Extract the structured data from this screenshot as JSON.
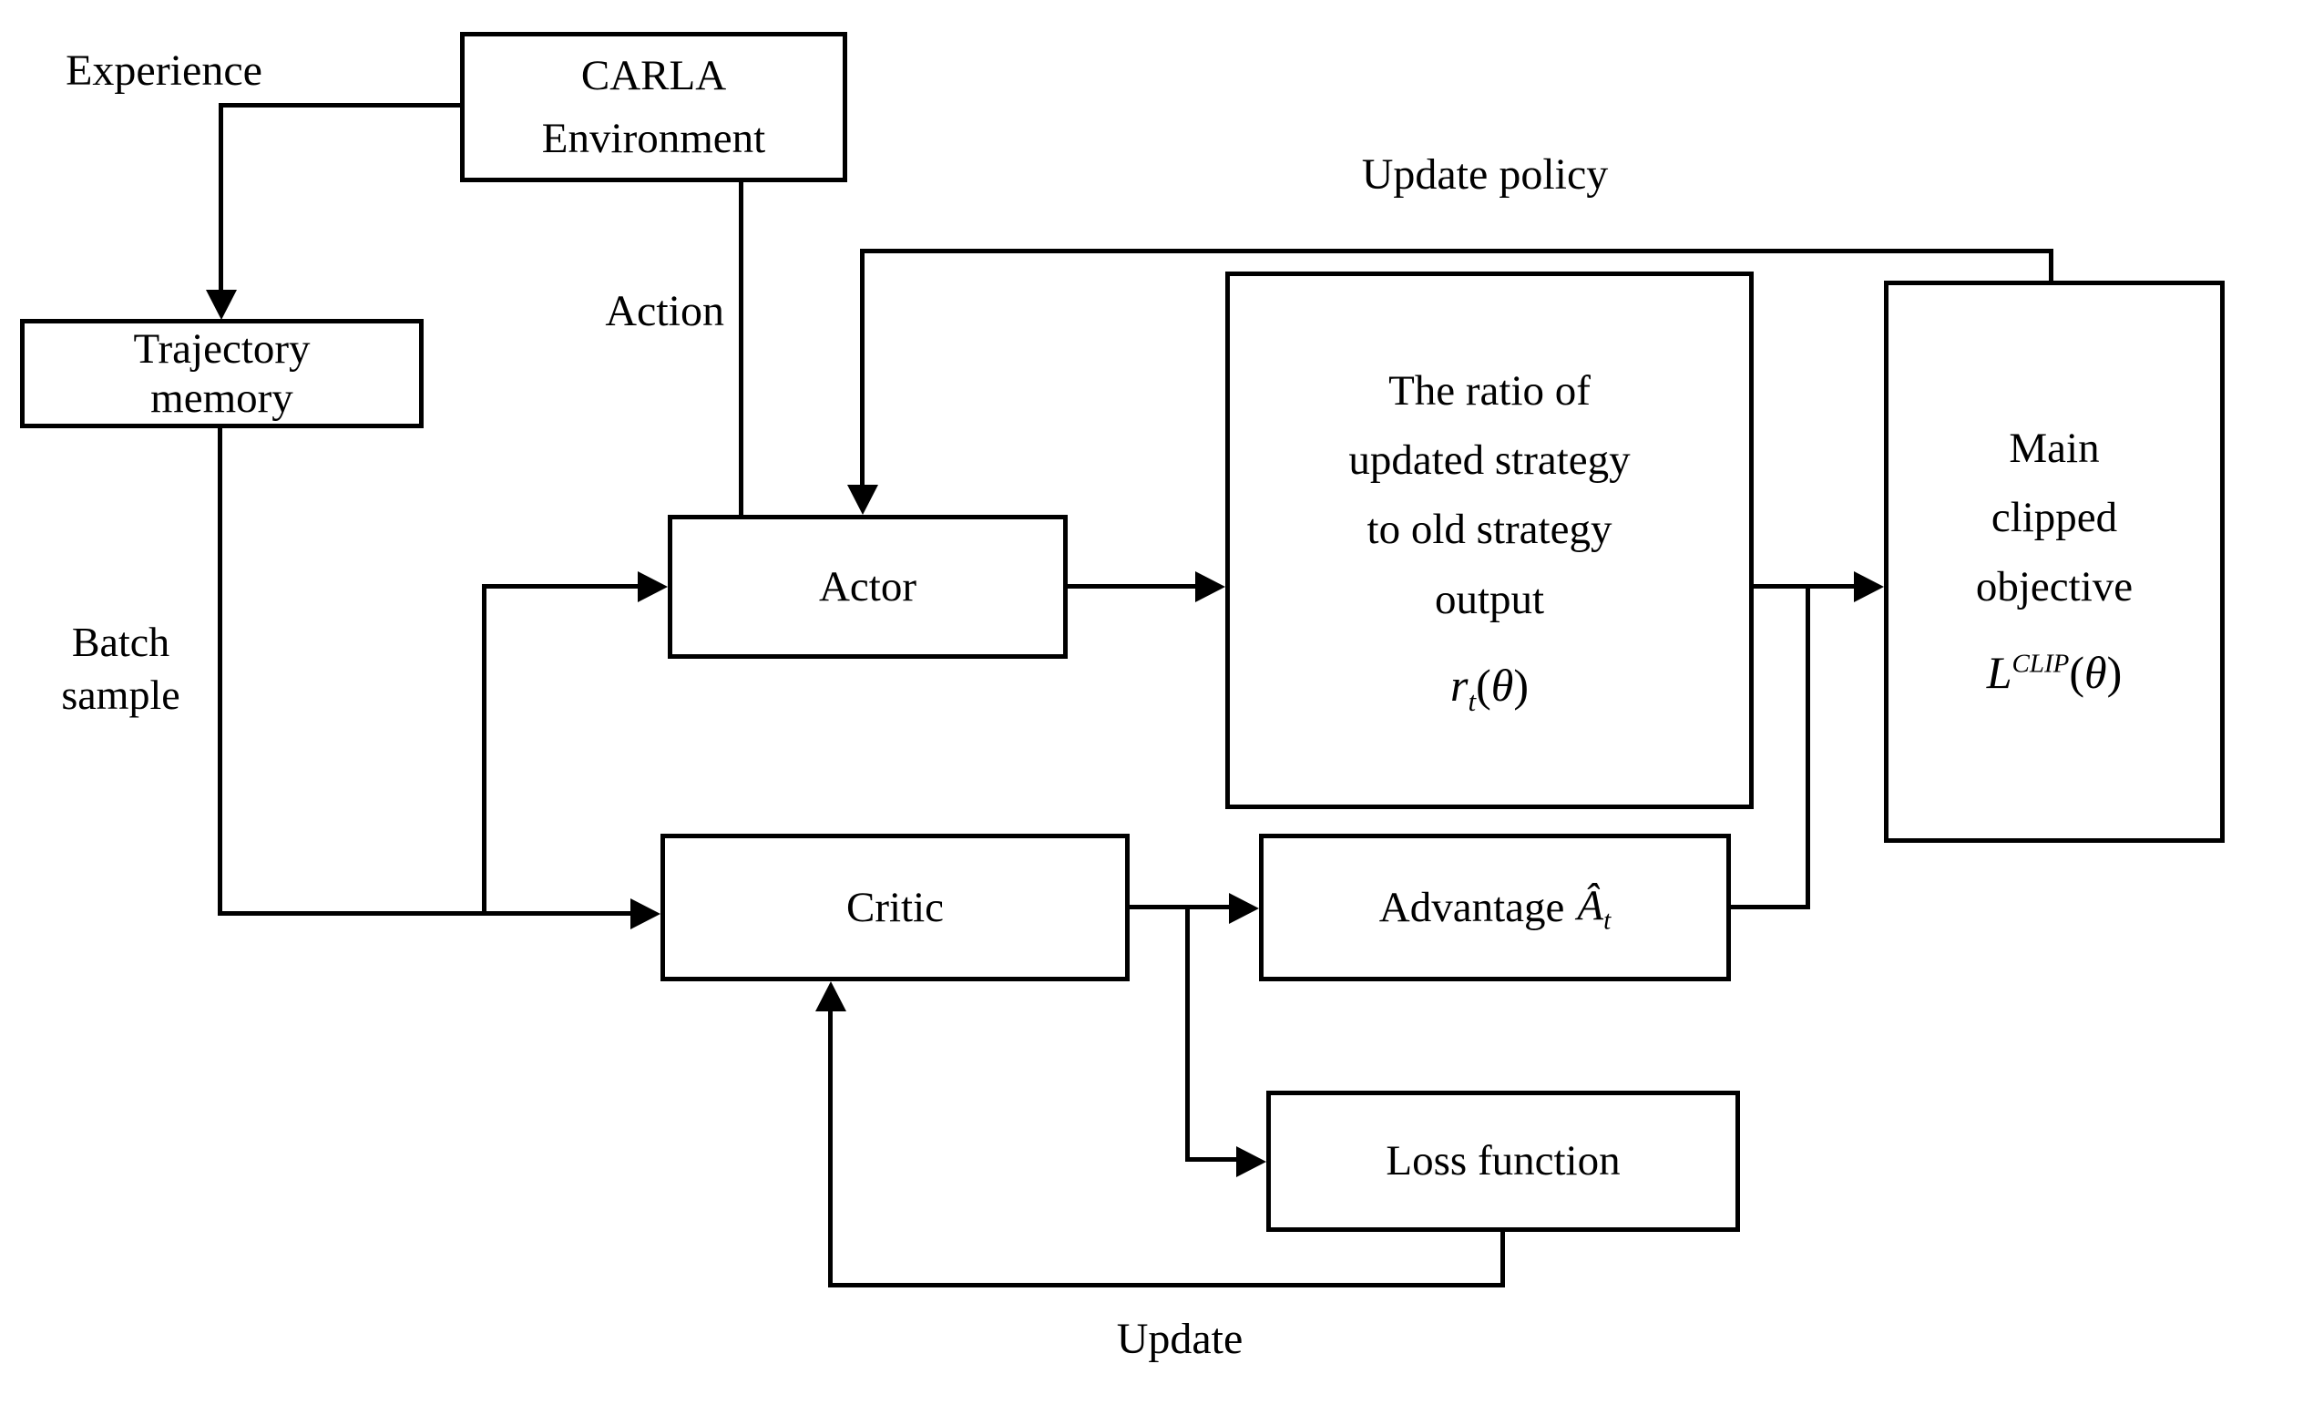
{
  "diagram": {
    "boxes": {
      "carla": {
        "line1": "CARLA",
        "line2": "Environment"
      },
      "trajectory": {
        "line1": "Trajectory",
        "line2": "memory"
      },
      "actor": {
        "label": "Actor"
      },
      "ratio": {
        "line1": "The ratio of",
        "line2": "updated strategy",
        "line3": "to old strategy",
        "line4": "output",
        "formula": {
          "base": "r",
          "sub": "t",
          "open": "(",
          "theta": "θ",
          "close": ")"
        }
      },
      "main": {
        "line1": "Main",
        "line2": "clipped",
        "line3": "objective",
        "formula": {
          "base": "L",
          "sup": "CLIP",
          "open": "(",
          "theta": "θ",
          "close": ")"
        }
      },
      "critic": {
        "label": "Critic"
      },
      "advantage": {
        "label": "Advantage",
        "symbol": "Â",
        "sub": "t"
      },
      "loss": {
        "label": "Loss function"
      }
    },
    "edge_labels": {
      "experience": "Experience",
      "action": "Action",
      "update_policy": "Update policy",
      "batch_line1": "Batch",
      "batch_line2": "sample",
      "update": "Update"
    },
    "colors": {
      "line": "#000000",
      "background": "#ffffff",
      "text": "#000000"
    }
  }
}
